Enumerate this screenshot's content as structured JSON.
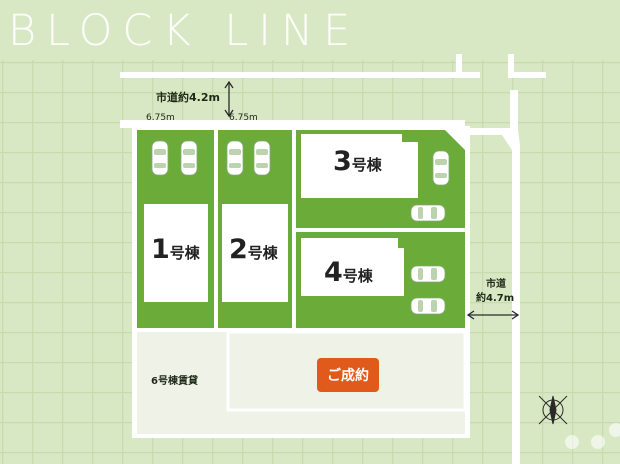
{
  "title": "BLOCK LINE",
  "roads": {
    "top_road_label": "市道約4.2m",
    "right_road_line1": "市道",
    "right_road_line2": "約4.7m"
  },
  "frontage": {
    "lot1_width": "6.75m",
    "lot2_width": "6.75m"
  },
  "lots": [
    {
      "num": "1",
      "suffix": "号棟"
    },
    {
      "num": "2",
      "suffix": "号棟"
    },
    {
      "num": "3",
      "suffix": "号棟"
    },
    {
      "num": "4",
      "suffix": "号棟"
    }
  ],
  "rental_label": "6号棟賃貸",
  "sold_badge": "ご成約",
  "icons": {
    "compass": "compass-rose-icon",
    "car": "car-icon"
  },
  "colors": {
    "background": "#d9e8c4",
    "grid": "#c4dba8",
    "lot_green": "#6aab3a",
    "road": "#ffffff",
    "building": "#ffffff",
    "sold": "#e05a1c",
    "rental_area": "#eef2e7"
  }
}
